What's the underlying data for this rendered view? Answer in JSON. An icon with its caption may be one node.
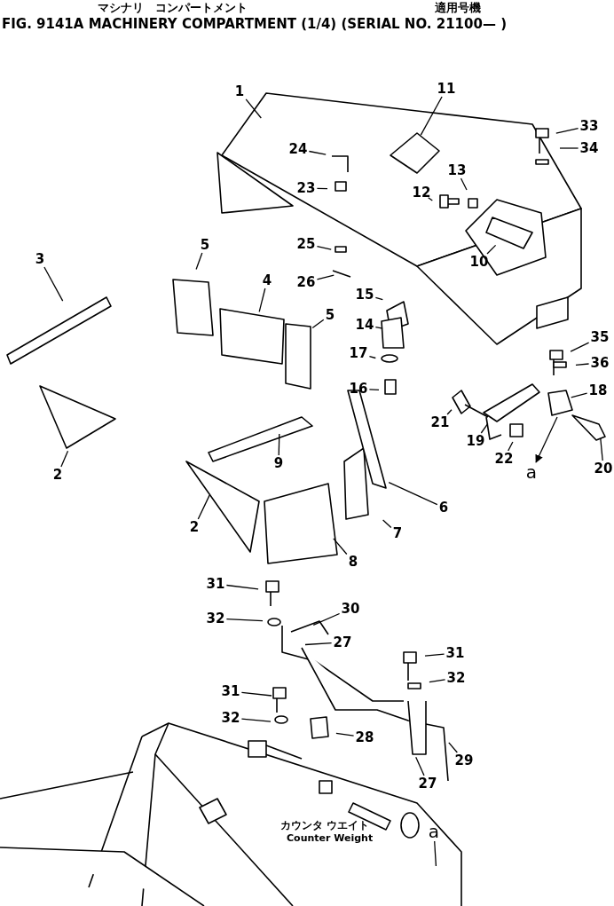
{
  "diagram": {
    "title": "FIG. 9141A MACHINERY COMPARTMENT (1/4) (SERIAL NO. 21100— )",
    "nodes": [
      {
        "text": [
          "1"
        ]
      },
      {
        "text": [
          "11"
        ]
      },
      {
        "text": [
          "33"
        ]
      },
      {
        "text": [
          "34"
        ]
      },
      {
        "text": [
          "24"
        ]
      },
      {
        "text": [
          "13"
        ]
      },
      {
        "text": [
          "23"
        ]
      },
      {
        "text": [
          "12"
        ]
      },
      {
        "text": [
          "25"
        ]
      },
      {
        "text": [
          "3"
        ]
      },
      {
        "text": [
          "5"
        ]
      },
      {
        "text": [
          "10"
        ]
      },
      {
        "text": [
          "26"
        ]
      },
      {
        "text": [
          "4"
        ]
      },
      {
        "text": [
          "15"
        ]
      },
      {
        "text": [
          "5"
        ]
      },
      {
        "text": [
          "14"
        ]
      },
      {
        "text": [
          "35"
        ]
      },
      {
        "text": [
          "17"
        ]
      },
      {
        "text": [
          "36"
        ]
      },
      {
        "text": [
          "16"
        ]
      },
      {
        "text": [
          "18"
        ]
      },
      {
        "text": [
          "21"
        ]
      },
      {
        "text": [
          "19"
        ]
      },
      {
        "text": [
          "22"
        ]
      },
      {
        "text": [
          "9"
        ]
      },
      {
        "text": [
          "20"
        ]
      },
      {
        "text": [
          "a"
        ]
      },
      {
        "text": [
          "2"
        ]
      },
      {
        "text": [
          "6"
        ]
      },
      {
        "text": [
          "2"
        ]
      },
      {
        "text": [
          "7"
        ]
      },
      {
        "text": [
          "8"
        ]
      },
      {
        "text": [
          "31"
        ]
      },
      {
        "text": [
          "30"
        ]
      },
      {
        "text": [
          "32"
        ]
      },
      {
        "text": [
          "27"
        ]
      },
      {
        "text": [
          "31"
        ]
      },
      {
        "text": [
          "32"
        ]
      },
      {
        "text": [
          "31"
        ]
      },
      {
        "text": [
          "32"
        ]
      },
      {
        "text": [
          "28"
        ]
      },
      {
        "text": [
          "29"
        ]
      },
      {
        "text": [
          "27"
        ]
      },
      {
        "text": [
          "a"
        ]
      }
    ],
    "edges": [
      {
        "from": 0,
        "to": null,
        "arrow": "none"
      },
      {
        "from": 1,
        "to": null,
        "arrow": "none"
      },
      {
        "from": 2,
        "to": null,
        "arrow": "none"
      },
      {
        "from": 3,
        "to": null,
        "arrow": "none"
      },
      {
        "from": 4,
        "to": null,
        "arrow": "none"
      },
      {
        "from": 5,
        "to": null,
        "arrow": "none"
      },
      {
        "from": 6,
        "to": null,
        "arrow": "none"
      },
      {
        "from": 7,
        "to": null,
        "arrow": "none"
      },
      {
        "from": 8,
        "to": null,
        "arrow": "none"
      },
      {
        "from": 9,
        "to": null,
        "arrow": "none"
      },
      {
        "from": 10,
        "to": null,
        "arrow": "none"
      },
      {
        "from": 11,
        "to": null,
        "arrow": "none"
      },
      {
        "from": 12,
        "to": null,
        "arrow": "none"
      },
      {
        "from": 13,
        "to": null,
        "arrow": "none"
      },
      {
        "from": 14,
        "to": null,
        "arrow": "none"
      },
      {
        "from": 15,
        "to": null,
        "arrow": "none"
      },
      {
        "from": 16,
        "to": null,
        "arrow": "none"
      },
      {
        "from": 17,
        "to": null,
        "arrow": "none"
      },
      {
        "from": 18,
        "to": null,
        "arrow": "none"
      },
      {
        "from": 19,
        "to": null,
        "arrow": "none"
      },
      {
        "from": 20,
        "to": null,
        "arrow": "none"
      },
      {
        "from": 21,
        "to": null,
        "arrow": "none"
      },
      {
        "from": 22,
        "to": null,
        "arrow": "none"
      },
      {
        "from": 23,
        "to": null,
        "arrow": "none"
      },
      {
        "from": 24,
        "to": null,
        "arrow": "none"
      },
      {
        "from": 25,
        "to": null,
        "arrow": "none"
      },
      {
        "from": 26,
        "to": null,
        "arrow": "none"
      },
      {
        "from": null,
        "to": 27,
        "arrow": "to"
      },
      {
        "from": 28,
        "to": null,
        "arrow": "none"
      },
      {
        "from": 29,
        "to": null,
        "arrow": "none"
      },
      {
        "from": 30,
        "to": null,
        "arrow": "none"
      },
      {
        "from": 31,
        "to": null,
        "arrow": "none"
      },
      {
        "from": 32,
        "to": null,
        "arrow": "none"
      },
      {
        "from": 33,
        "to": null,
        "arrow": "none"
      },
      {
        "from": 34,
        "to": null,
        "arrow": "none"
      },
      {
        "from": 35,
        "to": null,
        "arrow": "none"
      },
      {
        "from": 36,
        "to": null,
        "arrow": "none"
      },
      {
        "from": 37,
        "to": null,
        "arrow": "none"
      },
      {
        "from": 38,
        "to": null,
        "arrow": "none"
      },
      {
        "from": 39,
        "to": null,
        "arrow": "none"
      },
      {
        "from": 40,
        "to": null,
        "arrow": "none"
      },
      {
        "from": 41,
        "to": null,
        "arrow": "none"
      },
      {
        "from": 42,
        "to": null,
        "arrow": "none"
      },
      {
        "from": 43,
        "to": null,
        "arrow": "none"
      },
      {
        "from": 44,
        "to": null,
        "arrow": "none"
      }
    ],
    "labels": [
      "マシナリ　コンパートメント",
      "適用号機",
      "カウンタ ウエイト",
      "Counter Weight"
    ]
  }
}
